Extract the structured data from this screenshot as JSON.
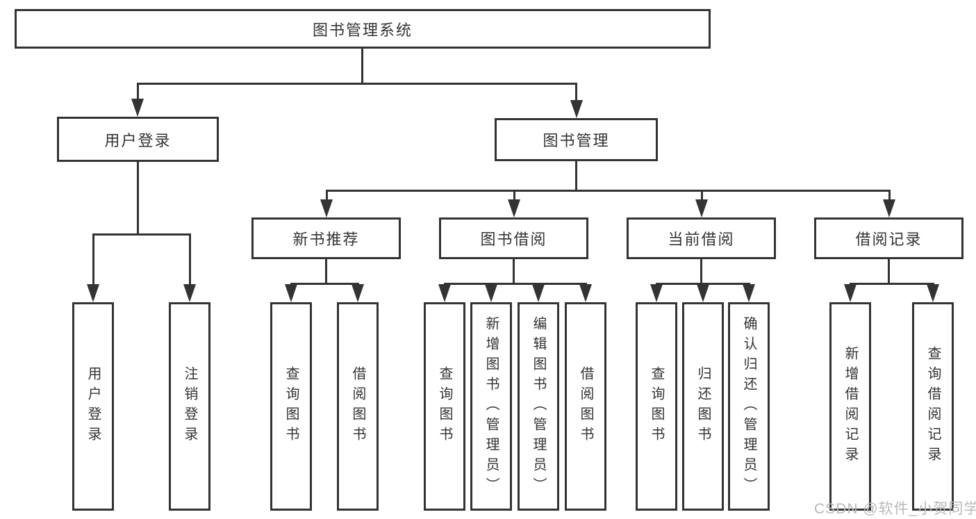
{
  "diagram": {
    "root": {
      "label": "图书管理系统"
    },
    "level2": [
      {
        "label": "用户登录"
      },
      {
        "label": "图书管理"
      }
    ],
    "level3": [
      {
        "label": "新书推荐"
      },
      {
        "label": "图书借阅"
      },
      {
        "label": "当前借阅"
      },
      {
        "label": "借阅记录"
      }
    ],
    "leaves": {
      "user": [
        "用户登录",
        "注销登录"
      ],
      "recommend": [
        "查询图书",
        "借阅图书"
      ],
      "borrow": [
        "查询图书",
        "新增图书（管理员）",
        "编辑图书（管理员）",
        "借阅图书"
      ],
      "current": [
        "查询图书",
        "归还图书",
        "确认归还（管理员）"
      ],
      "records": [
        "新增借阅记录",
        "查询借阅记录"
      ]
    }
  },
  "watermark": {
    "text": "CSDN @软件_小贺同学"
  },
  "colors": {
    "line": "#333333",
    "text": "#333333",
    "watermark": "#b9b9b9",
    "background": "#ffffff"
  }
}
